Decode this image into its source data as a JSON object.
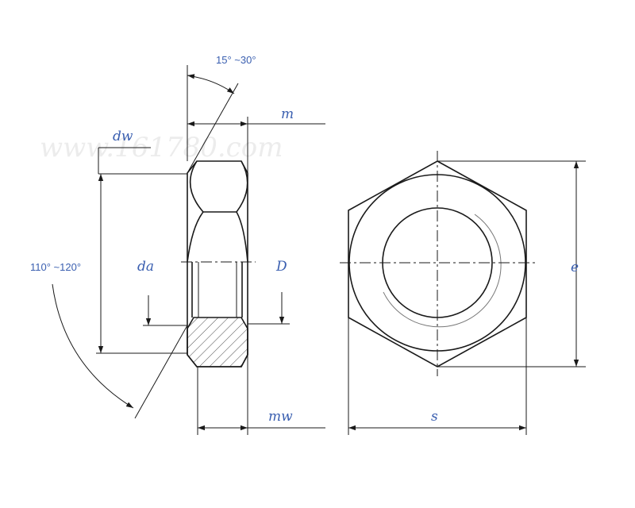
{
  "colors": {
    "line": "#1a1a1a",
    "label": "#3a5fb0",
    "watermark": "#ececec",
    "thin_arc": "#777777"
  },
  "labels": {
    "angle_top": "15° ~30°",
    "angle_left": "110° ~120°",
    "m": "m",
    "dw": "dw",
    "da": "da",
    "D": "D",
    "mw": "mw",
    "s": "s",
    "e": "e"
  },
  "watermark": "www.161780.com"
}
